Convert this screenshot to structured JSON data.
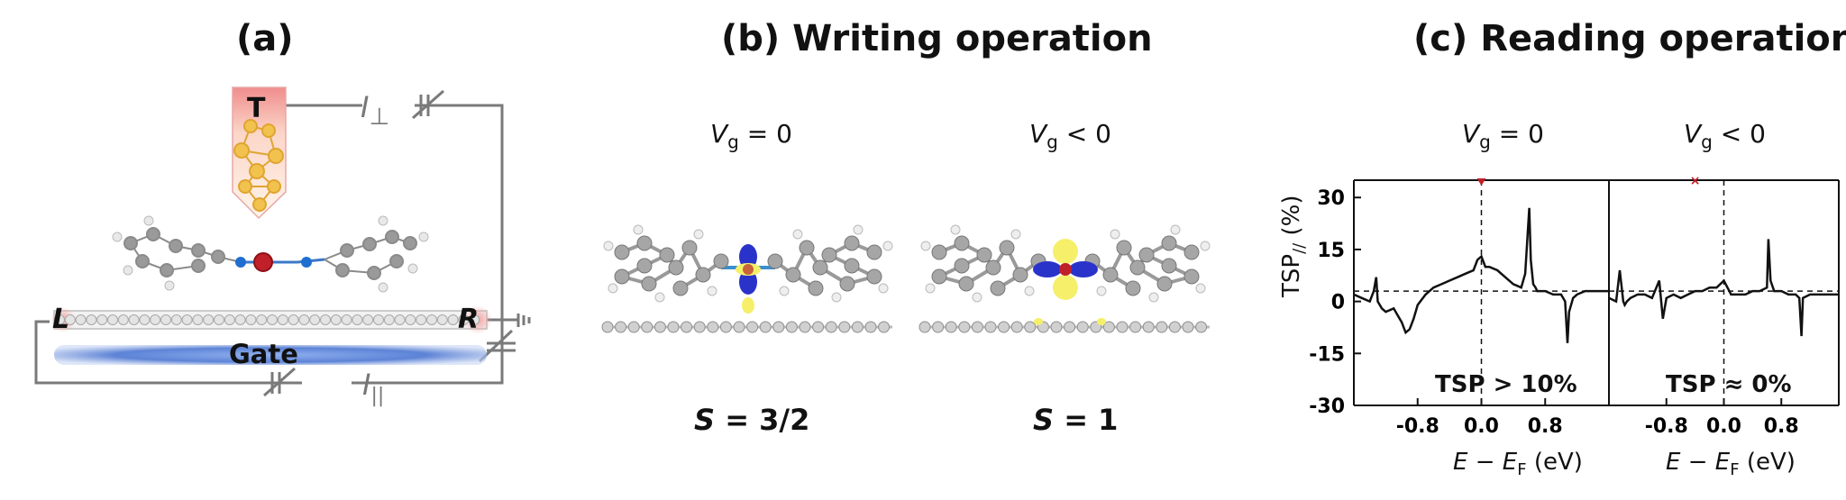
{
  "panels": {
    "a": {
      "title": "(a)",
      "tip_label": "T",
      "left_label": "L",
      "right_label": "R",
      "gate_label": "Gate",
      "current_perp": {
        "symbol": "I",
        "subscript": "⊥"
      },
      "current_par": {
        "symbol": "I",
        "subscript": "||"
      }
    },
    "b": {
      "title": "(b) Writing operation",
      "left": {
        "cond_var": "V",
        "cond_sub": "g",
        "cond_rel": " = 0",
        "spin_var": "S",
        "spin_val": " = 3/2"
      },
      "right": {
        "cond_var": "V",
        "cond_sub": "g",
        "cond_rel": " < 0",
        "spin_var": "S",
        "spin_val": " = 1"
      }
    },
    "c": {
      "title": "(c) Reading operation",
      "left_cond": {
        "var": "V",
        "sub": "g",
        "rel": " = 0"
      },
      "right_cond": {
        "var": "V",
        "sub": "g",
        "rel": " < 0"
      },
      "ylabel": {
        "main": "TSP",
        "sub": "//",
        "unit": " (%)"
      },
      "xlabel": {
        "var_e": "E",
        "minus": " − ",
        "var_ef": "E",
        "sub": "F",
        "unit": " (eV)"
      },
      "left_annotation": "TSP > 10%",
      "right_annotation": "TSP ≈ 0%"
    }
  },
  "chart_data": {
    "type": "line",
    "ylim": [
      -30,
      35
    ],
    "yticks": [
      "30",
      "15",
      "0",
      "-15",
      "-30"
    ],
    "ytick_values": [
      30,
      15,
      0,
      -15,
      -30
    ],
    "xticks": [
      "-0.8",
      "0.0",
      "0.8"
    ],
    "xtick_values": [
      -0.8,
      0.0,
      0.8
    ],
    "xlim": [
      -1.6,
      1.6
    ],
    "reference_y": 3,
    "series": [
      {
        "panel": "left",
        "x": [
          -1.6,
          -1.5,
          -1.4,
          -1.35,
          -1.32,
          -1.3,
          -1.25,
          -1.2,
          -1.1,
          -1.05,
          -1.0,
          -0.95,
          -0.9,
          -0.85,
          -0.8,
          -0.7,
          -0.6,
          -0.5,
          -0.4,
          -0.3,
          -0.2,
          -0.1,
          -0.05,
          0.0,
          0.05,
          0.1,
          0.2,
          0.3,
          0.4,
          0.5,
          0.55,
          0.6,
          0.62,
          0.65,
          0.68,
          0.7,
          0.8,
          0.9,
          1.0,
          1.05,
          1.08,
          1.1,
          1.15,
          1.2,
          1.3,
          1.4,
          1.5,
          1.6
        ],
        "y": [
          2,
          1,
          0,
          3,
          7,
          0,
          -2,
          -3,
          -2,
          -4,
          -6,
          -9,
          -8,
          -5,
          -1,
          2,
          4,
          5,
          6,
          7,
          8,
          9,
          12,
          13,
          10,
          10,
          9,
          7,
          5,
          4,
          8,
          27,
          12,
          5,
          4,
          3,
          3,
          2,
          2,
          0,
          -12,
          -3,
          1,
          2,
          3,
          3,
          3,
          3
        ]
      },
      {
        "panel": "right",
        "x": [
          -1.6,
          -1.5,
          -1.45,
          -1.4,
          -1.38,
          -1.35,
          -1.3,
          -1.2,
          -1.1,
          -1.0,
          -0.9,
          -0.85,
          -0.8,
          -0.7,
          -0.6,
          -0.5,
          -0.4,
          -0.3,
          -0.2,
          -0.1,
          0.0,
          0.05,
          0.1,
          0.2,
          0.3,
          0.4,
          0.5,
          0.6,
          0.62,
          0.65,
          0.7,
          0.8,
          0.9,
          1.0,
          1.05,
          1.08,
          1.1,
          1.2,
          1.3,
          1.4,
          1.5,
          1.6
        ],
        "y": [
          1,
          0,
          9,
          0,
          -1,
          0,
          1,
          2,
          2,
          1,
          6,
          -5,
          1,
          2,
          1,
          2,
          3,
          3,
          4,
          4,
          6,
          4,
          2,
          2,
          2,
          3,
          3,
          4,
          18,
          6,
          3,
          3,
          2,
          2,
          1,
          -10,
          1,
          2,
          2,
          2,
          2,
          2
        ]
      }
    ]
  },
  "colors": {
    "wire": "#7a7a7a",
    "gate": "#4f74c8",
    "tip_top": "#f4a3a3",
    "tip_cluster": "#f2c24e",
    "carbon": "#8a8a8a",
    "metal_center": "#c0202a",
    "nitrogen": "#1f6fd0",
    "spin_blue": "#2a33c9",
    "spin_yellow": "#f5ef6a",
    "marker": "#c0202a"
  }
}
